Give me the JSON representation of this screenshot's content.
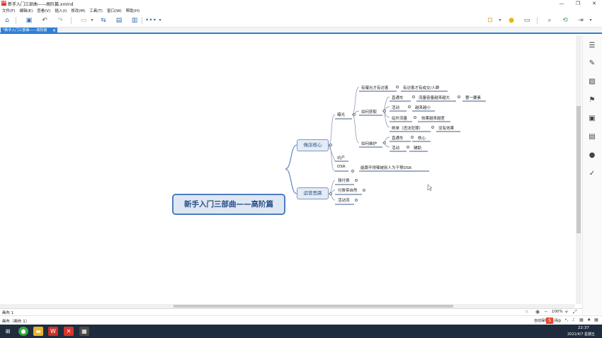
{
  "window": {
    "app_badge": "XM",
    "title": "新手入门三部曲——高阶篇.xmind",
    "minimize": "—",
    "maximize": "❐",
    "close": "✕"
  },
  "menu": [
    "文件(F)",
    "编辑(E)",
    "查看(V)",
    "插入(I)",
    "修改(M)",
    "工具(T)",
    "窗口(W)",
    "帮助(H)"
  ],
  "tab": {
    "label": "*新手入门三部曲——高阶篇",
    "close": "✕"
  },
  "mindmap": {
    "root": "新手入门三部曲——高阶篇",
    "branches": [
      {
        "label": "做店核心",
        "children": [
          {
            "label": "曝光",
            "children": [
              {
                "label": "有曝光才有访客",
                "children": [
                  {
                    "label": "有访客才有成交/人群"
                  }
                ]
              },
              {
                "label": "如何获取",
                "children": [
                  {
                    "label": "直通车",
                    "children": [
                      {
                        "label": "流量容量越来越大",
                        "children": [
                          {
                            "label": "第一要素"
                          }
                        ]
                      }
                    ]
                  },
                  {
                    "label": "活动",
                    "children": [
                      {
                        "label": "越来越小"
                      }
                    ]
                  },
                  {
                    "label": "站外流量",
                    "children": [
                      {
                        "label": "效果越来越差"
                      }
                    ]
                  },
                  {
                    "label": "刷单（违法犯罪）",
                    "children": [
                      {
                        "label": "没有效果"
                      }
                    ]
                  }
                ]
              },
              {
                "label": "如何维护",
                "children": [
                  {
                    "label": "直通车",
                    "children": [
                      {
                        "label": "核心"
                      }
                    ]
                  },
                  {
                    "label": "活动",
                    "children": [
                      {
                        "label": "辅助"
                      }
                    ]
                  }
                ]
              }
            ]
          },
          {
            "label": "坑产"
          },
          {
            "label": "DSR",
            "children": [
              {
                "label": "能跟不得辣被别人为干预DSR"
              }
            ]
          }
        ]
      },
      {
        "label": "运营思路",
        "children": [
          {
            "label": "强付费"
          },
          {
            "label": "付费带自然"
          },
          {
            "label": "活动流"
          }
        ]
      }
    ]
  },
  "sheet": {
    "tab": "画布 1",
    "zoom": "100%",
    "zoom_minus": "−",
    "zoom_plus": "+"
  },
  "status": {
    "text": "画布（画布 1）",
    "autosave": "自动保存: 关闭",
    "ime": "中"
  },
  "clock": {
    "time": "22:37",
    "date": "2021/4/7 星期五"
  },
  "colors": {
    "accent": "#2e7fd6",
    "branch": "#4e7cc2",
    "taskbar": "#1e2c3d"
  }
}
